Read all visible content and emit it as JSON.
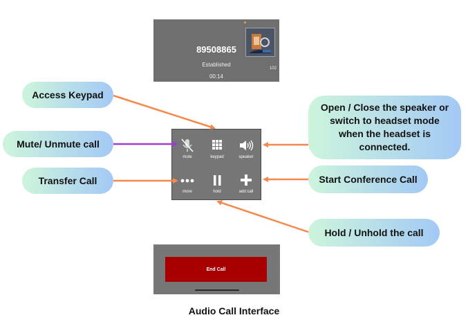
{
  "call": {
    "number": "89508865",
    "status": "Established",
    "timer": "00:14",
    "extension": "102"
  },
  "controls": [
    {
      "label": "mute",
      "icon": "microphone-off-icon"
    },
    {
      "label": "keypad",
      "icon": "keypad-grid-icon"
    },
    {
      "label": "speaker",
      "icon": "speaker-icon"
    },
    {
      "label": "more",
      "icon": "more-dots-icon"
    },
    {
      "label": "hold",
      "icon": "pause-icon"
    },
    {
      "label": "add call",
      "icon": "plus-icon"
    }
  ],
  "end_call_label": "End Call",
  "callouts": {
    "access_keypad": "Access Keypad",
    "mute_unmute": "Mute/ Unmute call",
    "transfer_call": "Transfer Call",
    "speaker_headset": "Open / Close the speaker or switch to headset mode when the headset is connected.",
    "start_conference": "Start Conference Call",
    "hold_unhold": "Hold / Unhold the call"
  },
  "caption": "Audio Call Interface",
  "colors": {
    "arrow_orange": "#f5884a",
    "arrow_purple": "#9b3fd0",
    "end_call_red": "#a80000",
    "pill_gradient_start": "#cdf5dc",
    "pill_gradient_end": "#a3c9f5"
  }
}
